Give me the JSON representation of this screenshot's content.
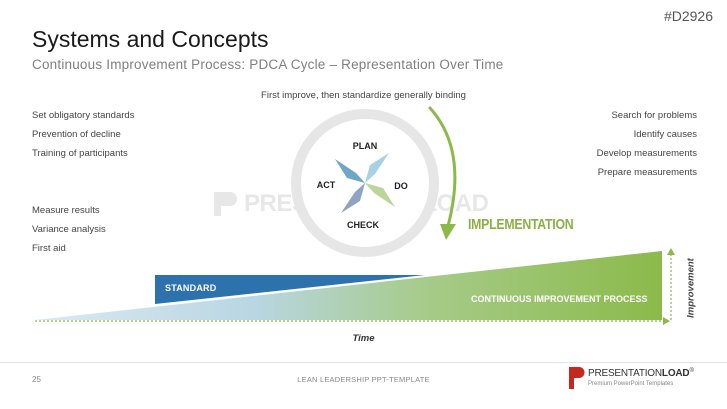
{
  "slide_id": "#D2926",
  "title": "Systems and Concepts",
  "subtitle": "Continuous Improvement Process: PDCA Cycle – Representation Over Time",
  "tagline": "First improve, then standardize generally binding",
  "left_top_items": [
    "Set obligatory standards",
    "Prevention of decline",
    "Training of participants"
  ],
  "left_bottom_items": [
    "Measure results",
    "Variance analysis",
    "First aid"
  ],
  "right_items": [
    "Search for problems",
    "Identify causes",
    "Develop measurements",
    "Prepare measurements"
  ],
  "pdca": {
    "plan": "PLAN",
    "do": "DO",
    "check": "CHECK",
    "act": "ACT",
    "colors": {
      "plan": "#a8d2e4",
      "do": "#bcd59b",
      "check": "#8ea4c1",
      "act": "#6fa6c5"
    }
  },
  "implementation": "IMPLEMENTATION",
  "graph": {
    "standard_label": "STANDARD",
    "cip_label": "CONTINUOUS IMPROVEMENT PROCESS",
    "y_axis_label": "Improvement",
    "x_axis_label": "Time",
    "colors": {
      "standard": "#2e72ad",
      "green": "#8cba4a",
      "light_blue": "#cfe3ef"
    }
  },
  "footer": {
    "page_number": "25",
    "text": "LEAN LEADERSHIP PPT-TEMPLATE",
    "brand_part1": "PRESENTATION",
    "brand_part2": "LOAD",
    "brand_reg": "®",
    "brand_sub": "Premium PowerPoint Templates"
  },
  "watermark": "PRESENTATIONLOAD"
}
